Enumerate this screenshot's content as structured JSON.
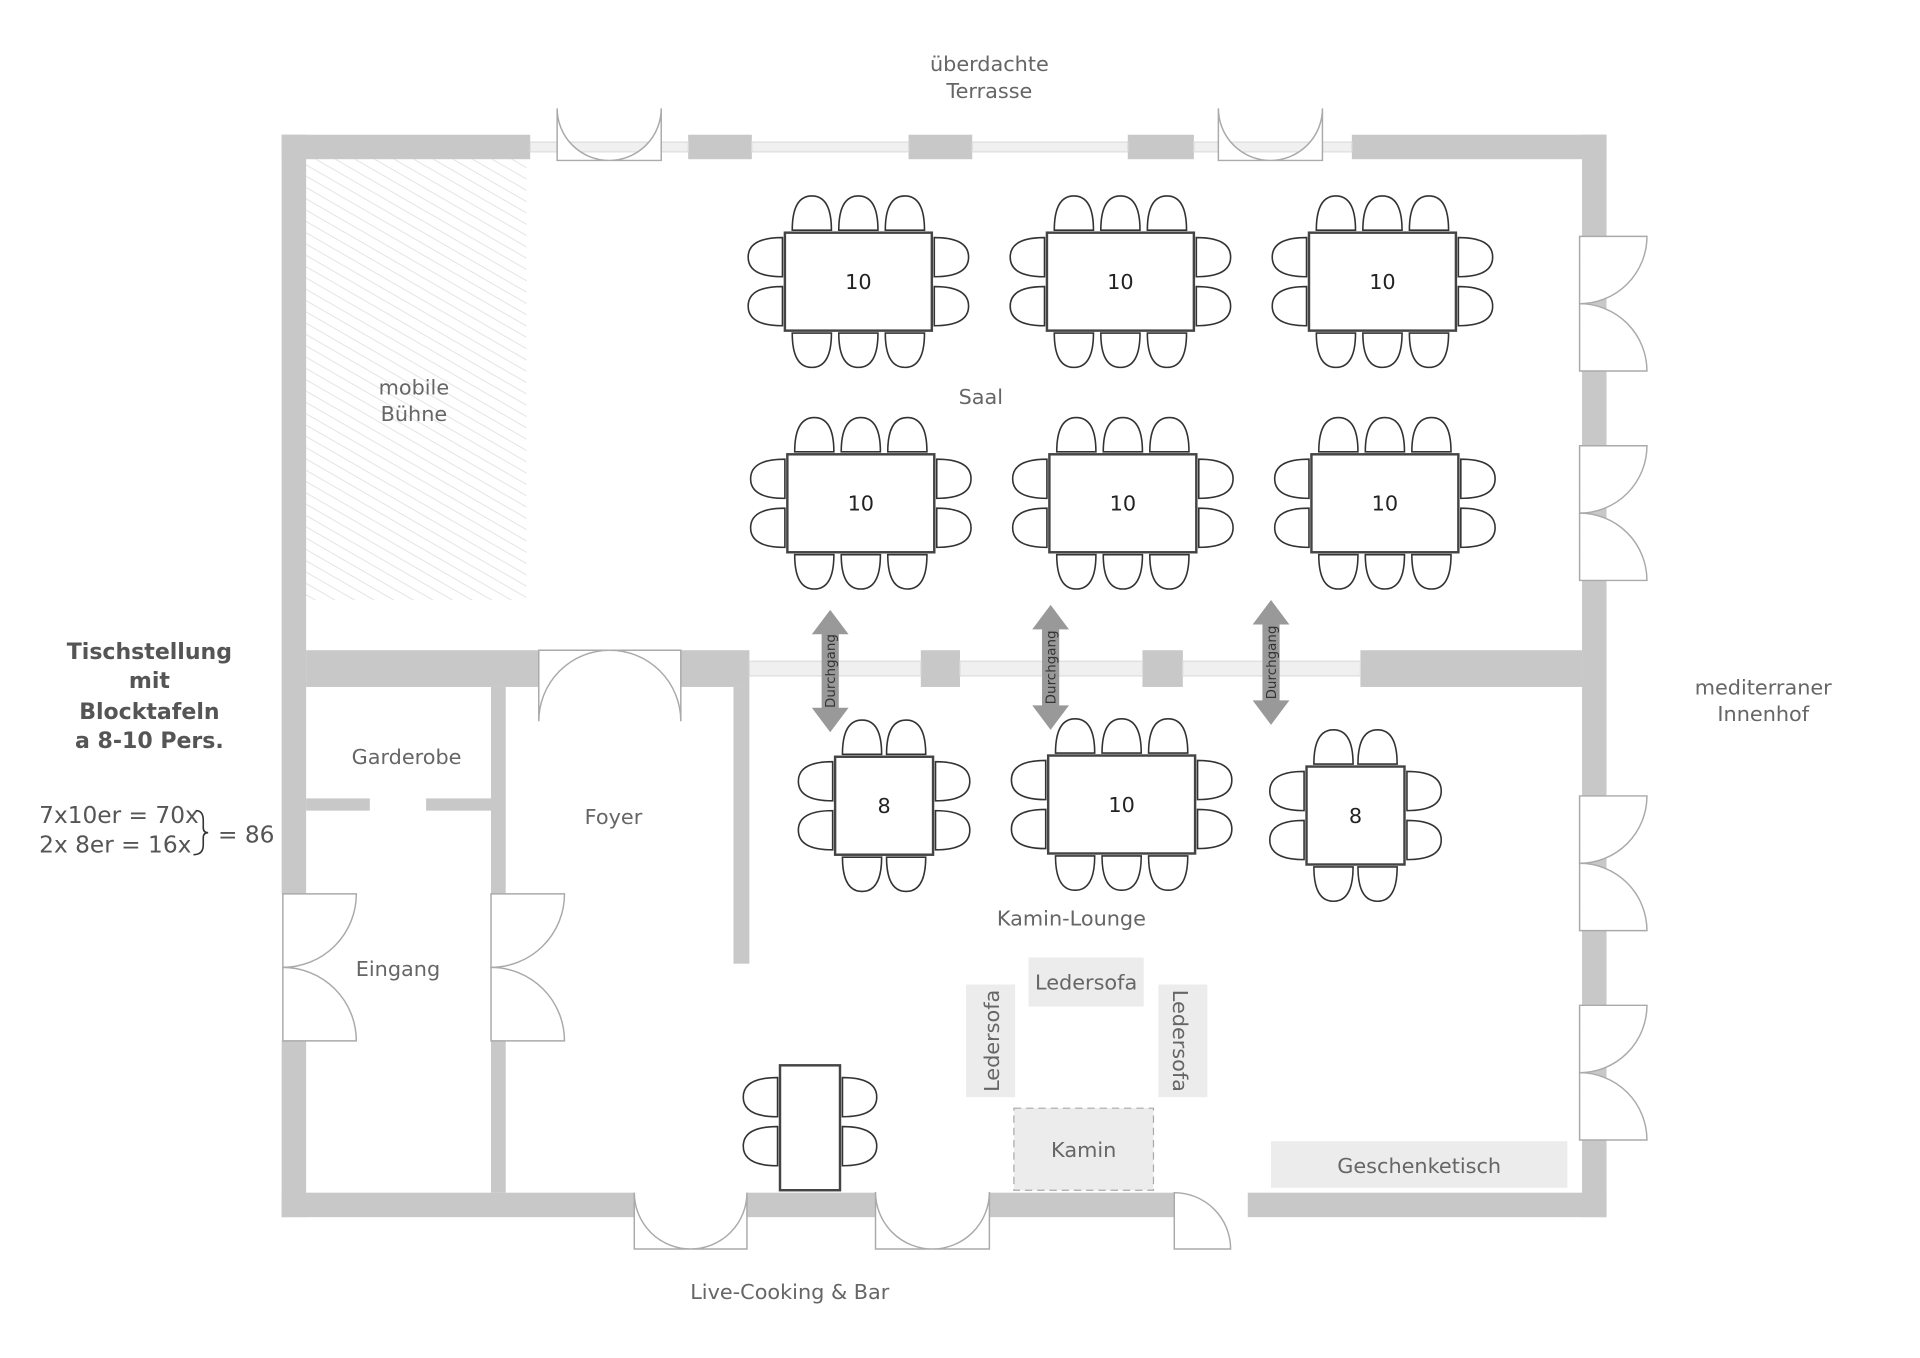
{
  "labels": {
    "terrace": [
      "überdachte",
      "Terrasse"
    ],
    "courtyard": [
      "mediterraner",
      "Innenhof"
    ],
    "cooking": "Live-Cooking & Bar",
    "hall": "Saal",
    "stage": [
      "mobile",
      "Bühne"
    ],
    "cloakroom": "Garderobe",
    "foyer": "Foyer",
    "entrance": "Eingang",
    "lounge": "Kamin-Lounge",
    "sofa": "Ledersofa",
    "fireplace": "Kamin",
    "gift_table": "Geschenketisch",
    "passage": "Durchgang"
  },
  "legend": {
    "title": [
      "Tischstellung",
      "mit",
      "Blocktafeln",
      "a 8-10 Pers."
    ],
    "line1": "7x10er = 70x",
    "line2": "2x  8er = 16x",
    "total": "= 86"
  },
  "tables": [
    {
      "label": "10",
      "seats": 10
    },
    {
      "label": "10",
      "seats": 10
    },
    {
      "label": "10",
      "seats": 10
    },
    {
      "label": "10",
      "seats": 10
    },
    {
      "label": "10",
      "seats": 10
    },
    {
      "label": "10",
      "seats": 10
    },
    {
      "label": "8",
      "seats": 8
    },
    {
      "label": "10",
      "seats": 10
    },
    {
      "label": "8",
      "seats": 8
    }
  ]
}
